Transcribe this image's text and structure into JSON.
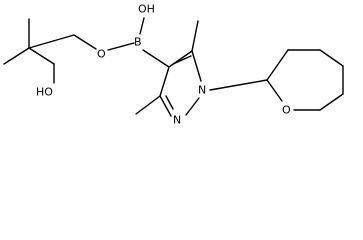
{
  "molecule": {
    "atom_labels": {
      "boron": "B",
      "boron_hydroxyl": "OH",
      "ester_oxygen": "O",
      "terminal_hydroxyl": "HO",
      "pyrazole_n1": "N",
      "pyrazole_n2": "N",
      "ring_oxygen": "O"
    },
    "colors": {
      "bond": "#000000",
      "label": "#000000",
      "background": "#ffffff"
    }
  }
}
